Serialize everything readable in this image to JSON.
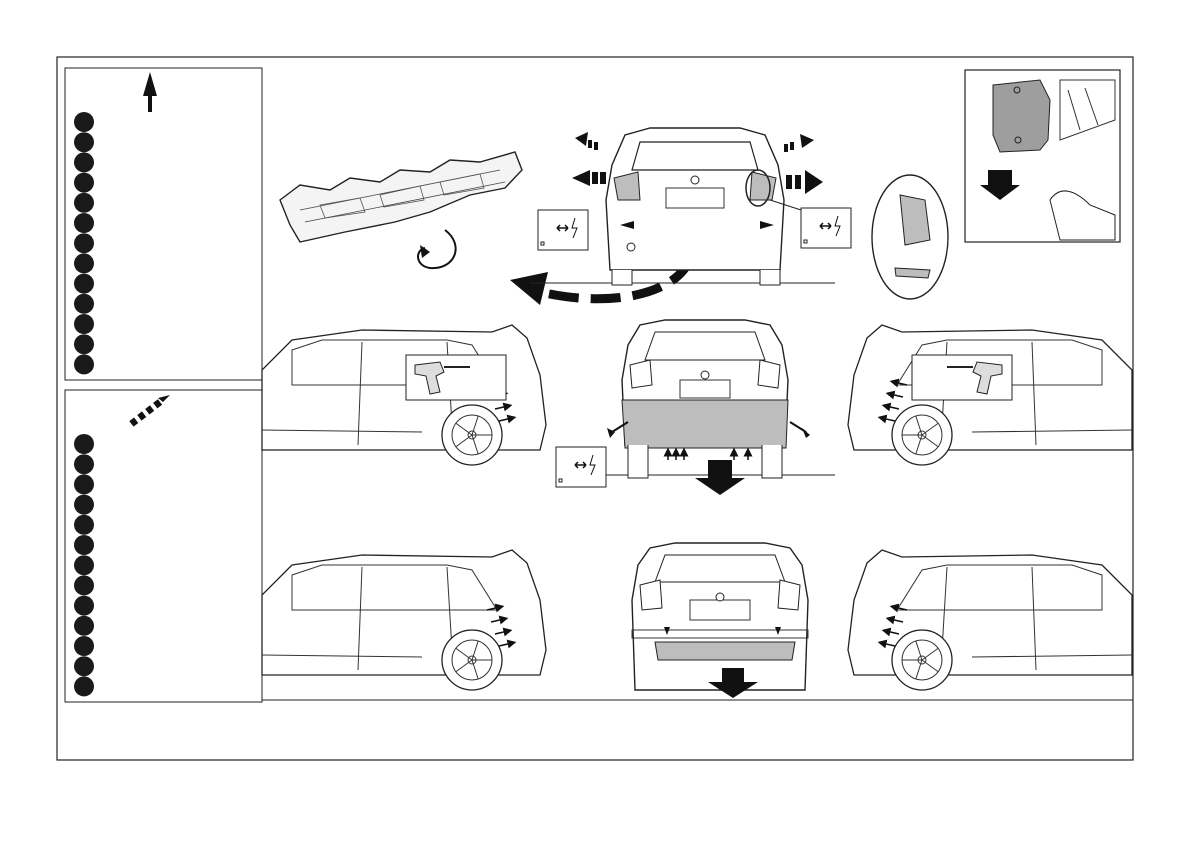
{
  "page": {
    "title": "",
    "legend_top": {
      "numbered_steps": 13,
      "arrow": "solid-up-arrow-icon"
    },
    "legend_bottom": {
      "numbered_steps": 13,
      "arrow": "dashed-diagonal-arrow-icon"
    }
  },
  "views": [
    "underbody-panel-removal",
    "rear-view-taillight-removal",
    "detail-taillight-zoom",
    "detail-cover-panel",
    "side-view-left-fasteners",
    "rear-view-bumper-fasteners",
    "side-view-right-fasteners",
    "side-view-left-final",
    "rear-view-bumper-removed",
    "side-view-right-final"
  ],
  "icons": [
    "connector-unplug-icon",
    "drill-tool-icon",
    "rotate-arrow-icon",
    "removal-arrow-icon"
  ],
  "colors": {
    "line": "#222222",
    "fill_gray": "#bdbdbd",
    "dark": "#111111",
    "circle": "#1a1a1a"
  }
}
